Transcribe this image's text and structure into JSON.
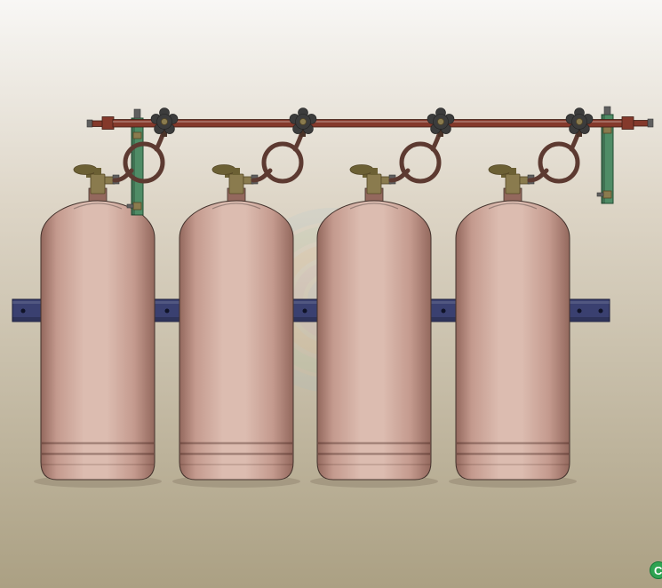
{
  "scene": {
    "type": "cad-assembly-render",
    "subject": "four-cylinder gas manifold assembly",
    "components": {
      "gas_cylinders": 4,
      "cylinder_valves": 4,
      "pigtail_hose_loops": 4,
      "manifold_hand_valves": 4,
      "manifold_pipe": 1,
      "vertical_mount_brackets": 2,
      "wall_rail_segments": 5
    }
  },
  "logo": {
    "letter": "C"
  },
  "colors": {
    "bg_top": "#f8f7f5",
    "bg_mid": "#ddd5c6",
    "bg_bottom": "#aba083",
    "cylinder": "#c49a8e",
    "cylinder_highlight": "#dcbcb0",
    "cylinder_shadow": "#93685d",
    "cylinder_outline": "#42312b",
    "pipe": "#84392b",
    "pipe_dark": "#3f1d14",
    "hose": "#5d3a31",
    "knob": "#3c3c3c",
    "knob_dark": "#222222",
    "valve_brass": "#8a7b4e",
    "valve_brass_dark": "#544726",
    "wheel_olive": "#6c6034",
    "bracket_green": "#4f8c66",
    "bracket_green_dark": "#224b31",
    "rail_blue": "#3a4070",
    "rail_blue_dark": "#1a1d3a",
    "metal_gray": "#5f5f5f",
    "logo_green": "#2fa352",
    "wm_blue": "#7ec1e8",
    "wm_green": "#8fd29a",
    "wm_orange": "#e8b36a",
    "wm_purple": "#d08cc0",
    "wm_indigo": "#90a8e0"
  }
}
